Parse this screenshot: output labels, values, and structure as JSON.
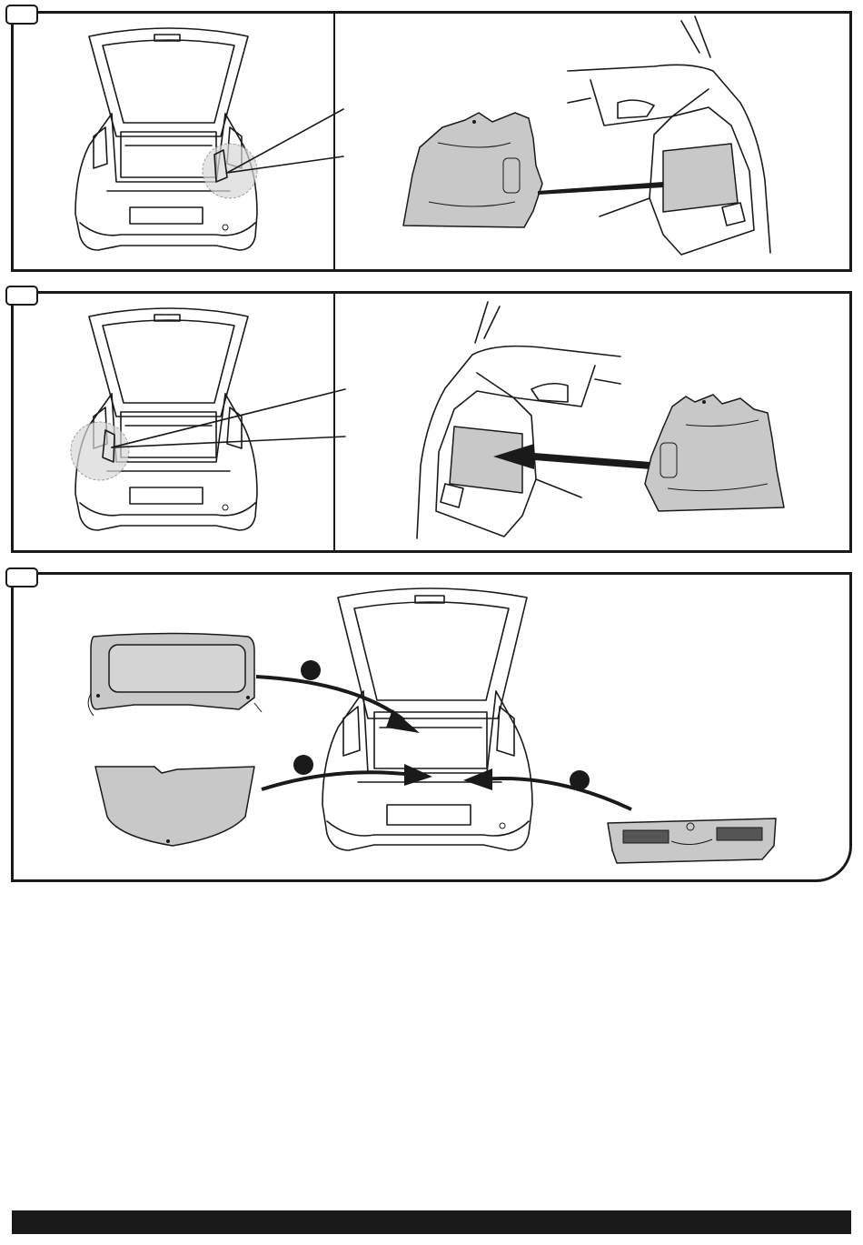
{
  "steps": [
    {
      "label": "",
      "icon": "rear-right-trim-removal-illustration"
    },
    {
      "label": "",
      "icon": "rear-left-trim-removal-illustration"
    },
    {
      "label": "",
      "icon": "boot-panels-removal-illustration"
    }
  ],
  "colors": {
    "line": "#1a1a1a",
    "part_fill": "#c8c8c8",
    "background": "#ffffff"
  }
}
